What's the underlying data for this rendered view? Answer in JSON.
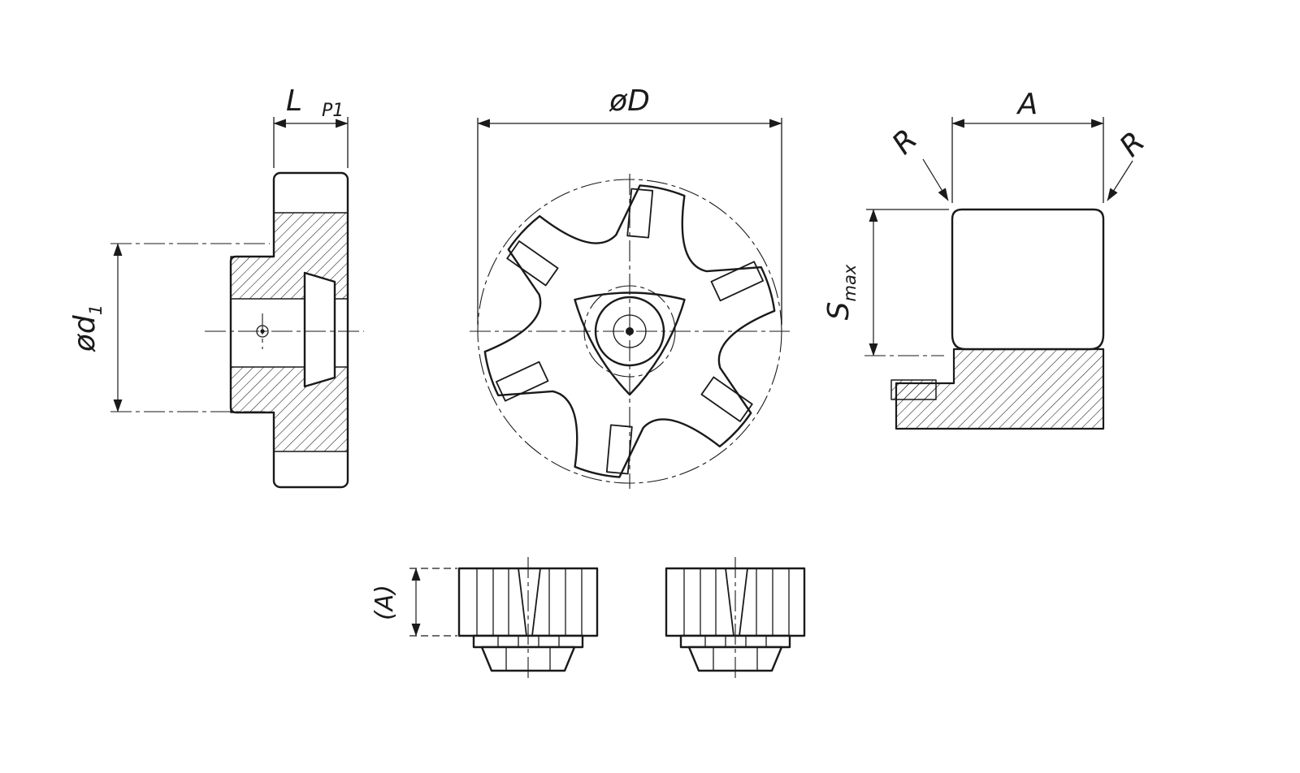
{
  "drawing": {
    "background": "#ffffff",
    "line_color": "#1a1a1a",
    "labels": {
      "L": "L",
      "P1": "P1",
      "d1_prefix": "ød",
      "d1_sub": "1",
      "D": "øD",
      "A": "A",
      "R_left": "R",
      "R_right": "R",
      "S": "S",
      "S_sub": "max",
      "A_paren": "(A)"
    }
  }
}
